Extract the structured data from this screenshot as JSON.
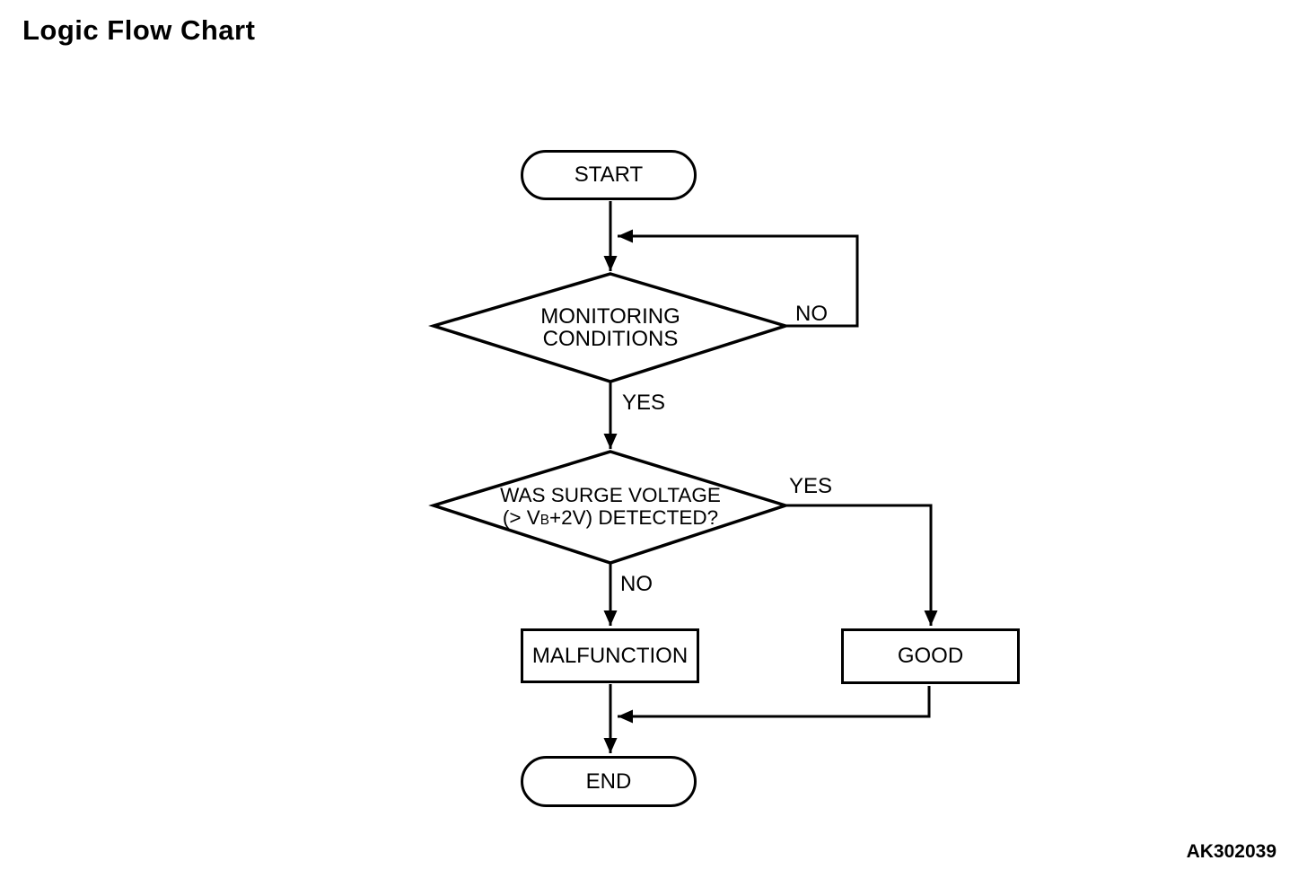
{
  "page": {
    "title": "Logic Flow Chart",
    "figure_code": "AK302039",
    "background_color": "#ffffff",
    "line_color": "#000000",
    "text_color": "#000000"
  },
  "flowchart": {
    "nodes": {
      "start": {
        "type": "terminator",
        "label": "START"
      },
      "monitoring_conditions": {
        "type": "decision",
        "line1": "MONITORING",
        "line2": "CONDITIONS"
      },
      "surge_voltage": {
        "type": "decision",
        "line1": "WAS SURGE VOLTAGE",
        "line2_pre": "(> V",
        "line2_sub": "B",
        "line2_post": "+2V) DETECTED?"
      },
      "malfunction": {
        "type": "process",
        "label": "MALFUNCTION"
      },
      "good": {
        "type": "process",
        "label": "GOOD"
      },
      "end": {
        "type": "terminator",
        "label": "END"
      }
    },
    "edge_labels": {
      "monitoring_no": "NO",
      "monitoring_yes": "YES",
      "surge_yes": "YES",
      "surge_no": "NO"
    }
  }
}
